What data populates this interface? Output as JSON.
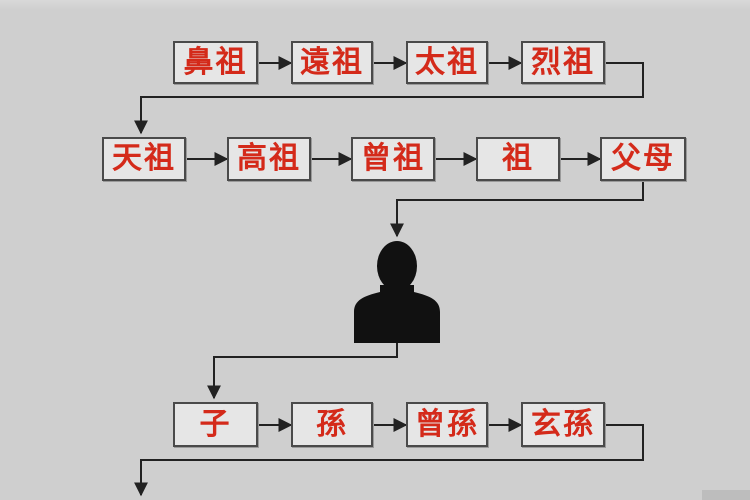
{
  "diagram": {
    "row1": [
      "鼻祖",
      "遠祖",
      "太祖",
      "烈祖"
    ],
    "row2": [
      "天祖",
      "高祖",
      "曾祖",
      "祖",
      "父母"
    ],
    "row3": [
      "子",
      "孫",
      "曾孫",
      "玄孫"
    ],
    "person_icon": "person-silhouette-icon",
    "colors": {
      "text": "#d42a1a",
      "box_fill": "#e6e6e6",
      "box_border": "#4a4a4a",
      "line": "#222222",
      "background": "#cfcfcf"
    }
  }
}
